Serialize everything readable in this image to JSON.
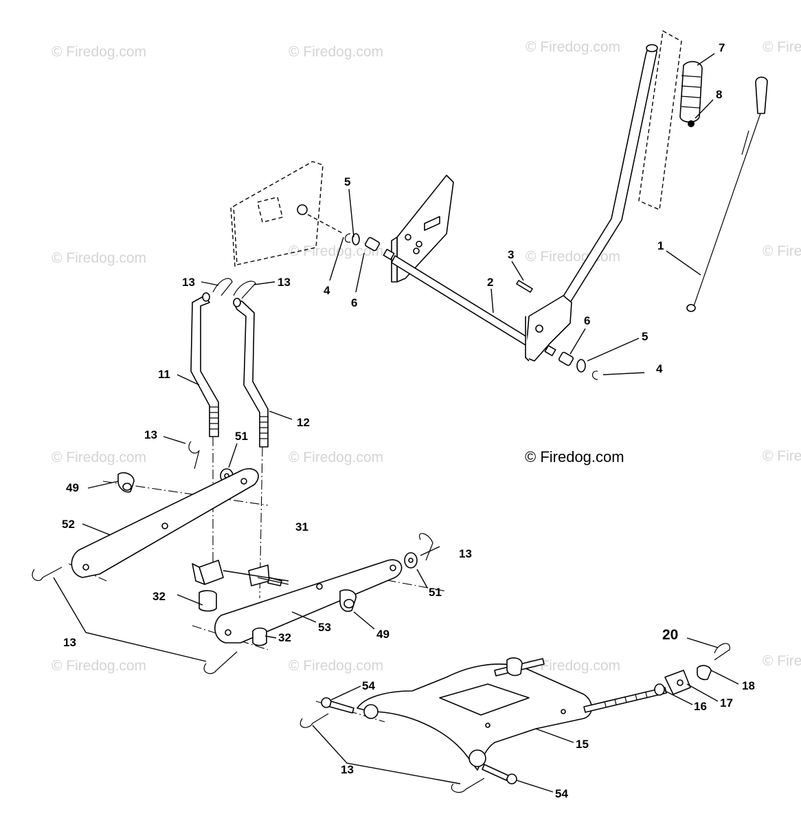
{
  "watermark_text": "© Firedog.com",
  "copyright_text": "© Firedog.com",
  "labels": {
    "p1": "1",
    "p2": "2",
    "p3": "3",
    "p4a": "4",
    "p4b": "4",
    "p5a": "5",
    "p5b": "5",
    "p6a": "6",
    "p6b": "6",
    "p7": "7",
    "p8": "8",
    "p11": "11",
    "p12": "12",
    "p13a": "13",
    "p13b": "13",
    "p13c": "13",
    "p13d": "13",
    "p13e": "13",
    "p13f": "13",
    "p15": "15",
    "p16": "16",
    "p17": "17",
    "p18": "18",
    "p20": "20",
    "p31": "31",
    "p32a": "32",
    "p32b": "32",
    "p49a": "49",
    "p49b": "49",
    "p51a": "51",
    "p51b": "51",
    "p52": "52",
    "p53": "53",
    "p54a": "54",
    "p54b": "54"
  }
}
